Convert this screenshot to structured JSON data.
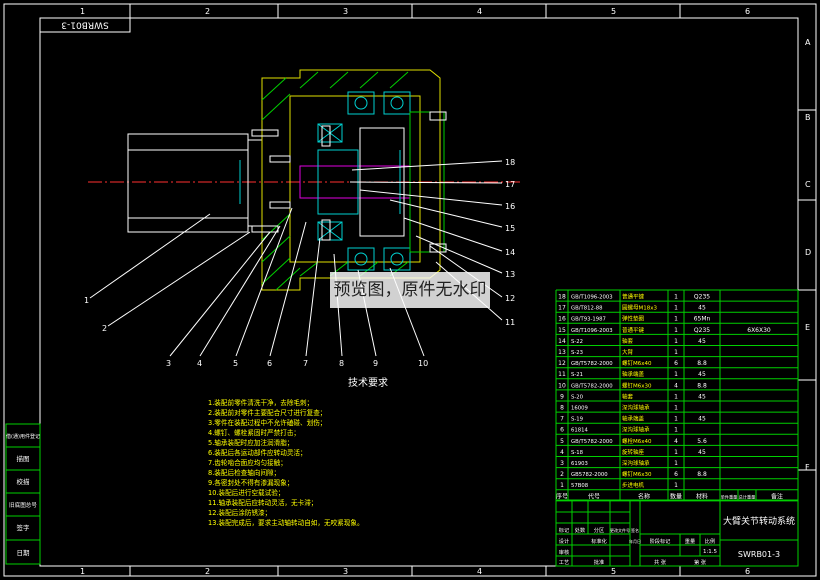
{
  "drawing_number": "SWRB01-3",
  "frame": {
    "columns": [
      "1",
      "2",
      "3",
      "4",
      "5",
      "6"
    ],
    "rows": [
      "A",
      "B",
      "C",
      "D",
      "E",
      "F"
    ]
  },
  "callouts": [
    "1",
    "2",
    "3",
    "4",
    "5",
    "6",
    "7",
    "8",
    "9",
    "10",
    "11",
    "12",
    "13",
    "14",
    "15",
    "16",
    "17",
    "18"
  ],
  "tech_req": {
    "title": "技术要求",
    "lines": [
      "1.装配前零件清洗干净，去除毛刺；",
      "2.装配前对零件主要配合尺寸进行复查；",
      "3.零件在装配过程中不允许磕碰、划伤；",
      "4.螺钉、螺栓紧固时严禁打击；",
      "5.轴承装配时应加注润滑脂；",
      "6.装配后各运动部件应转动灵活；",
      "7.齿轮啮合面应均匀接触；",
      "8.装配后检查轴向间隙；",
      "9.各密封处不得有渗漏现象；",
      "10.装配后进行空载试验；",
      "11.轴承装配后应转动灵活，无卡滞；",
      "12.装配后涂防锈漆；",
      "13.装配完成后，要求主动轴转动自如，无咬紧现象。"
    ]
  },
  "bom": {
    "columns": [
      "序号",
      "代号",
      "名称",
      "数量",
      "材料",
      "单件重量",
      "总计重量",
      "备注"
    ],
    "rows": [
      {
        "no": "18",
        "code": "GB/T1096-2003",
        "name": "普通平键",
        "qty": "1",
        "material": "Q235",
        "note": ""
      },
      {
        "no": "17",
        "code": "GB/T812-88",
        "name": "圆螺母M18x3",
        "qty": "1",
        "material": "45",
        "note": ""
      },
      {
        "no": "16",
        "code": "GB/T93-1987",
        "name": "弹性垫圈",
        "qty": "1",
        "material": "65Mn",
        "note": ""
      },
      {
        "no": "15",
        "code": "GB/T1096-2003",
        "name": "普通平键",
        "qty": "1",
        "material": "Q235",
        "note": "6X6X30"
      },
      {
        "no": "14",
        "code": "S-22",
        "name": "轴套",
        "qty": "1",
        "material": "45",
        "note": ""
      },
      {
        "no": "13",
        "code": "S-23",
        "name": "大臂",
        "qty": "1",
        "material": "",
        "note": ""
      },
      {
        "no": "12",
        "code": "GB/T5782-2000",
        "name": "螺钉M6x40",
        "qty": "6",
        "material": "8.8",
        "note": ""
      },
      {
        "no": "11",
        "code": "S-21",
        "name": "轴承端盖",
        "qty": "1",
        "material": "45",
        "note": ""
      },
      {
        "no": "10",
        "code": "GB/T5782-2000",
        "name": "螺钉M6x30",
        "qty": "4",
        "material": "8.8",
        "note": ""
      },
      {
        "no": "9",
        "code": "S-20",
        "name": "轴套",
        "qty": "1",
        "material": "45",
        "note": ""
      },
      {
        "no": "8",
        "code": "16009",
        "name": "深沟球轴承",
        "qty": "1",
        "material": "",
        "note": ""
      },
      {
        "no": "7",
        "code": "S-19",
        "name": "轴承端盖",
        "qty": "1",
        "material": "45",
        "note": ""
      },
      {
        "no": "6",
        "code": "61814",
        "name": "深沟球轴承",
        "qty": "1",
        "material": "",
        "note": ""
      },
      {
        "no": "5",
        "code": "GB/T5782-2000",
        "name": "螺栓M6x40",
        "qty": "4",
        "material": "5.6",
        "note": ""
      },
      {
        "no": "4",
        "code": "S-18",
        "name": "旋转轴座",
        "qty": "1",
        "material": "45",
        "note": ""
      },
      {
        "no": "3",
        "code": "61903",
        "name": "深沟球轴承",
        "qty": "1",
        "material": "",
        "note": ""
      },
      {
        "no": "2",
        "code": "GB5782-2000",
        "name": "螺钉M6x30",
        "qty": "6",
        "material": "8.8",
        "note": ""
      },
      {
        "no": "1",
        "code": "57B08",
        "name": "步进电机",
        "qty": "1",
        "material": "",
        "note": ""
      }
    ]
  },
  "title_block": {
    "title": "大臂关节转动系统",
    "drawing_no": "SWRB01-3",
    "scale": "1:1.5",
    "labels": [
      "标记",
      "处数",
      "分区",
      "更改文件号",
      "签名",
      "年月日",
      "设计",
      "标准化",
      "审核",
      "工艺",
      "批准",
      "阶段标记",
      "重量",
      "比例",
      "共 张",
      "第 张"
    ]
  },
  "side_stamp": [
    "借(通)用件登记",
    "描图",
    "校描",
    "旧底图总号",
    "签字",
    "日期"
  ],
  "watermark": "预览图，原件无水印"
}
